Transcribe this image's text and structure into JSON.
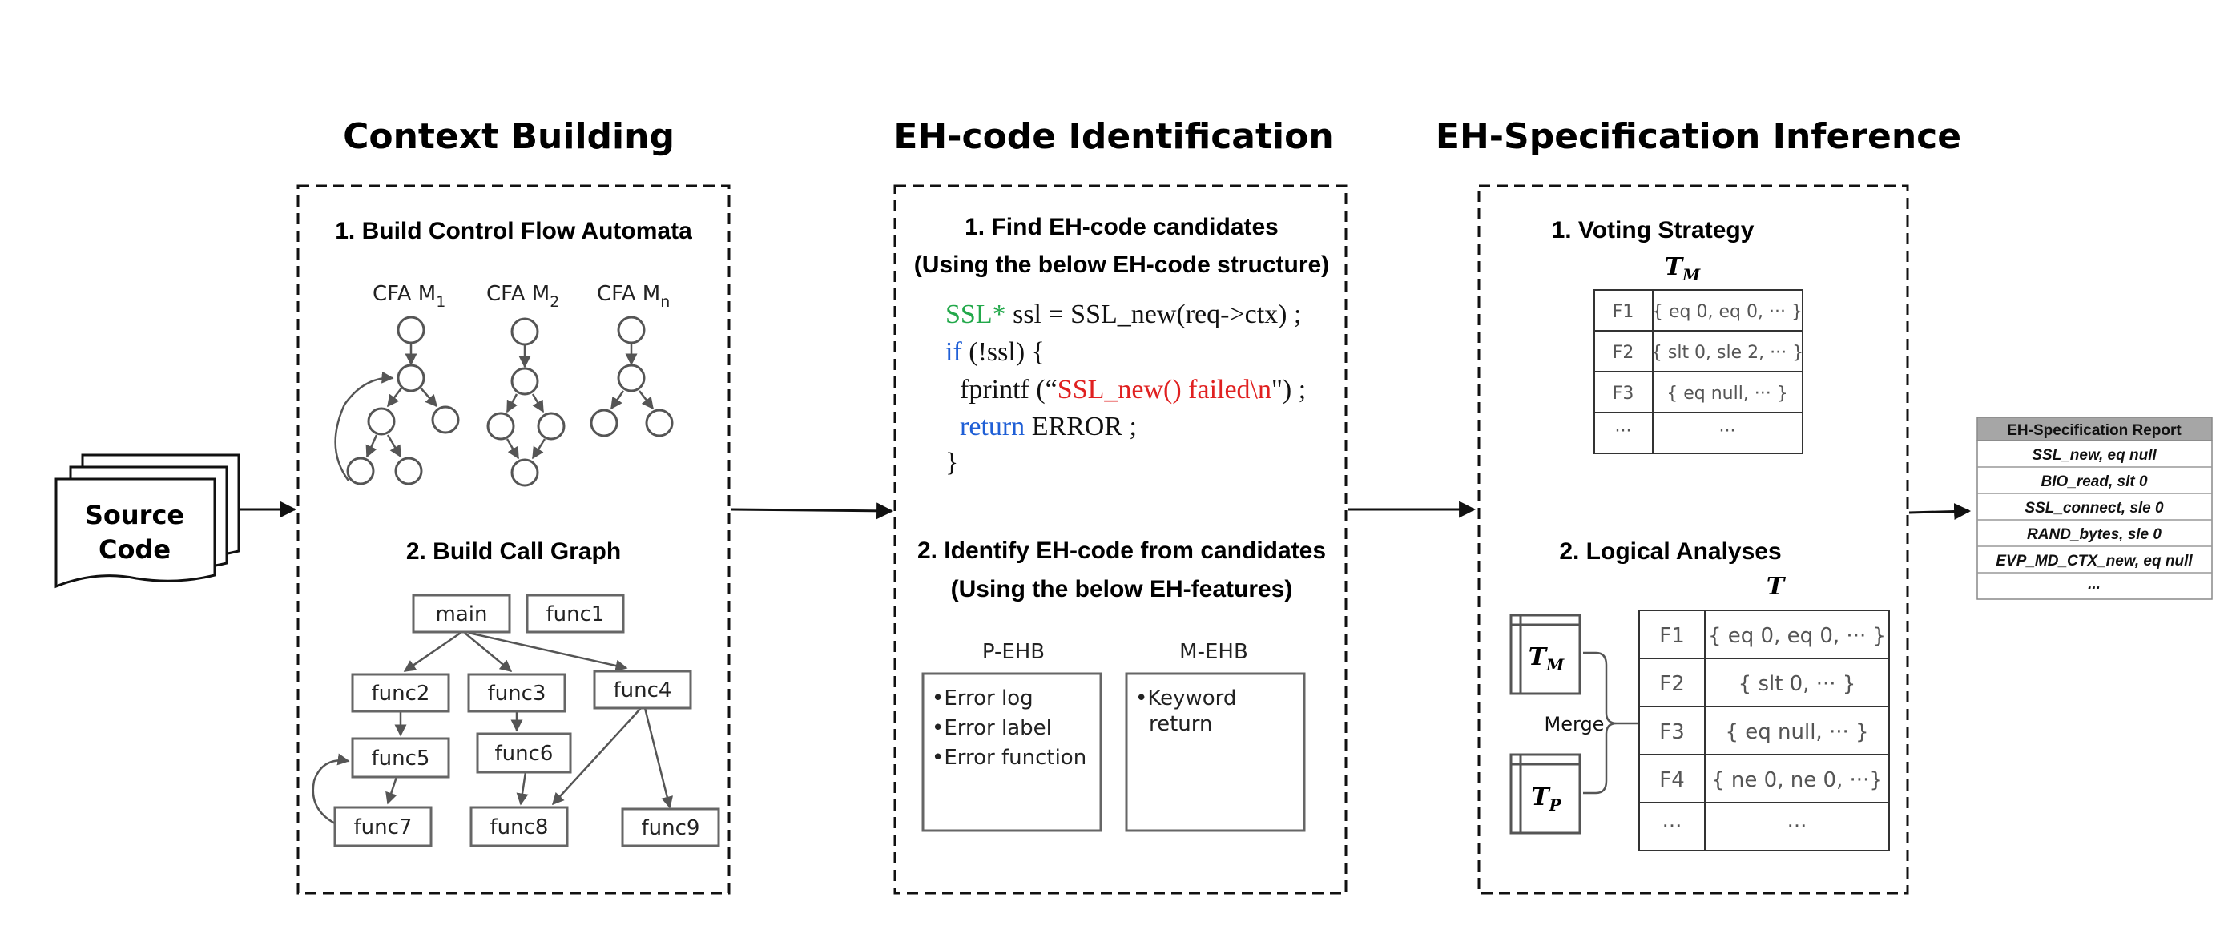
{
  "titles": {
    "context": "Context Building",
    "eh_code": "EH-code Identification",
    "eh_spec": "EH-Specification Inference"
  },
  "source": {
    "line1": "Source",
    "line2": "Code"
  },
  "context": {
    "step1": "1. Build Control Flow Automata",
    "cfa": [
      {
        "base": "CFA M",
        "sub": "1"
      },
      {
        "base": "CFA M",
        "sub": "2"
      },
      {
        "base": "CFA M",
        "sub": "n"
      }
    ],
    "step2": "2. Build Call Graph",
    "funcs": {
      "main": "main",
      "func1": "func1",
      "func2": "func2",
      "func3": "func3",
      "func4": "func4",
      "func5": "func5",
      "func6": "func6",
      "func7": "func7",
      "func8": "func8",
      "func9": "func9"
    }
  },
  "ehcode": {
    "step1_line1": "1. Find EH-code candidates",
    "step1_line2": "(Using the below EH-code structure)",
    "code": {
      "l1_type": "SSL*",
      "l1_rest": " ssl = SSL_new(req->ctx) ;",
      "l2_kw": "if",
      "l2_rest": " (!ssl) {",
      "l3_a": "fprintf (“",
      "l3_str": "SSL_new() failed\\n",
      "l3_b": "\") ;",
      "l4_kw": "return",
      "l4_rest": " ERROR ;",
      "l5": "}"
    },
    "step2_line1": "2. Identify EH-code from candidates",
    "step2_line2": "(Using the below EH-features)",
    "pehb": {
      "title": "P-EHB",
      "items": [
        "Error log",
        "Error label",
        "Error function"
      ]
    },
    "mehb": {
      "title": "M-EHB",
      "items": [
        "Keyword",
        "return"
      ]
    }
  },
  "spec": {
    "step1": "1. Voting Strategy",
    "tm_label": "T",
    "tm_sub": "M",
    "table_tm": [
      [
        "F1",
        "{ eq 0, eq 0, ··· }"
      ],
      [
        "F2",
        "{ slt 0, sle 2, ··· }"
      ],
      [
        "F3",
        "{ eq null, ··· }"
      ],
      [
        "···",
        "···"
      ]
    ],
    "step2": "2. Logical Analyses",
    "t_label": "T",
    "tp_sub": "P",
    "merge": "Merge",
    "table_t": [
      [
        "F1",
        "{ eq 0, eq 0, ··· }"
      ],
      [
        "F2",
        "{ slt 0, ··· }"
      ],
      [
        "F3",
        "{ eq null, ··· }"
      ],
      [
        "F4",
        "{ ne 0, ne 0, ···}"
      ],
      [
        "···",
        "···"
      ]
    ]
  },
  "report": {
    "header": "EH-Specification Report",
    "rows": [
      "SSL_new, eq null",
      "BIO_read, slt 0",
      "SSL_connect, sle 0",
      "RAND_bytes, sle 0",
      "EVP_MD_CTX_new, eq null",
      "..."
    ]
  },
  "colors": {
    "code_green": "#22a84a",
    "code_blue": "#1f5fd6",
    "code_red": "#e02020",
    "report_header": "#a6a6a6"
  }
}
